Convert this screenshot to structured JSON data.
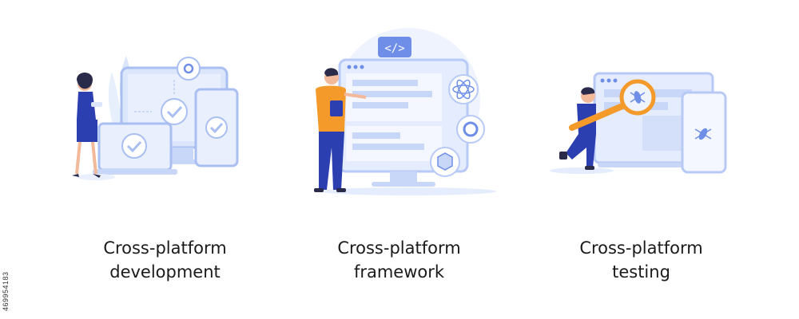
{
  "colors": {
    "light_blue": "#dce6fb",
    "mid_blue": "#a9bff2",
    "accent_blue": "#6f8ee8",
    "dark_blue": "#2b3fb0",
    "orange": "#f39a2b",
    "skin": "#f2b99b",
    "hair": "#2a2a4a"
  },
  "stock_id": "469954183",
  "panels": [
    {
      "icon": "devices-checkmark-illustration",
      "caption_line1": "Cross-platform",
      "caption_line2": "development"
    },
    {
      "icon": "monitor-code-illustration",
      "code_tag": "</>",
      "caption_line1": "Cross-platform",
      "caption_line2": "framework"
    },
    {
      "icon": "magnifier-bug-illustration",
      "caption_line1": "Cross-platform",
      "caption_line2": "testing"
    }
  ]
}
